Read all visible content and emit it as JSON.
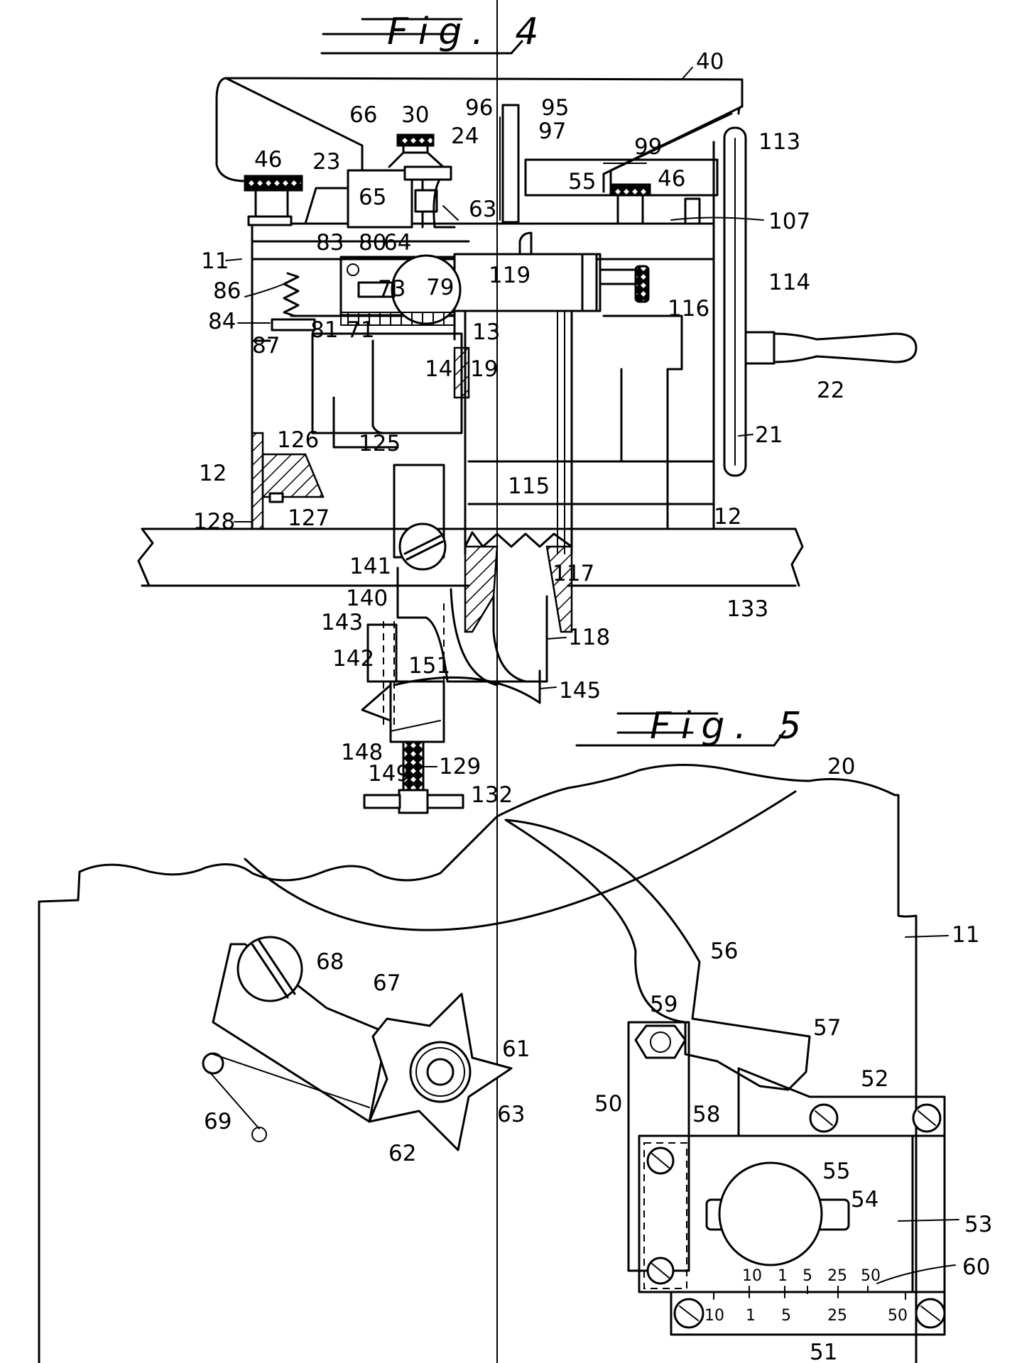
{
  "figure_4": {
    "title": "Fig. 4",
    "labels": {
      "40": "40",
      "30": "30",
      "96": "96",
      "95": "95",
      "66": "66",
      "24": "24",
      "97": "97",
      "113": "113",
      "99": "99",
      "46a": "46",
      "23": "23",
      "65": "65",
      "55": "55",
      "46b": "46",
      "63": "63",
      "107": "107",
      "83": "83",
      "80": "80",
      "64": "64",
      "11": "11",
      "119": "119",
      "114": "114",
      "86": "86",
      "73": "73",
      "79": "79",
      "116": "116",
      "84": "84",
      "81": "81",
      "71": "71",
      "13": "13",
      "87": "87",
      "22": "22",
      "14": "14",
      "19": "19",
      "126": "126",
      "125": "125",
      "21": "21",
      "12a": "12",
      "115": "115",
      "128": "128",
      "127": "127",
      "12b": "12",
      "141": "141",
      "117": "117",
      "140": "140",
      "133": "133",
      "143": "143",
      "118": "118",
      "142": "142",
      "151": "151",
      "145": "145",
      "148": "148",
      "149": "149",
      "129": "129",
      "132": "132"
    }
  },
  "figure_5": {
    "title": "Fig. 5",
    "labels": {
      "20": "20",
      "11": "11",
      "56": "56",
      "68": "68",
      "67": "67",
      "59": "59",
      "57": "57",
      "61": "61",
      "50": "50",
      "52": "52",
      "63": "63",
      "58": "58",
      "69": "69",
      "62": "62",
      "55": "55",
      "54": "54",
      "53": "53",
      "60": "60",
      "51": "51"
    },
    "upper_scale": [
      "10",
      "1",
      "5",
      "25",
      "50"
    ],
    "lower_scale": [
      "10",
      "1",
      "5",
      "25",
      "50"
    ]
  }
}
